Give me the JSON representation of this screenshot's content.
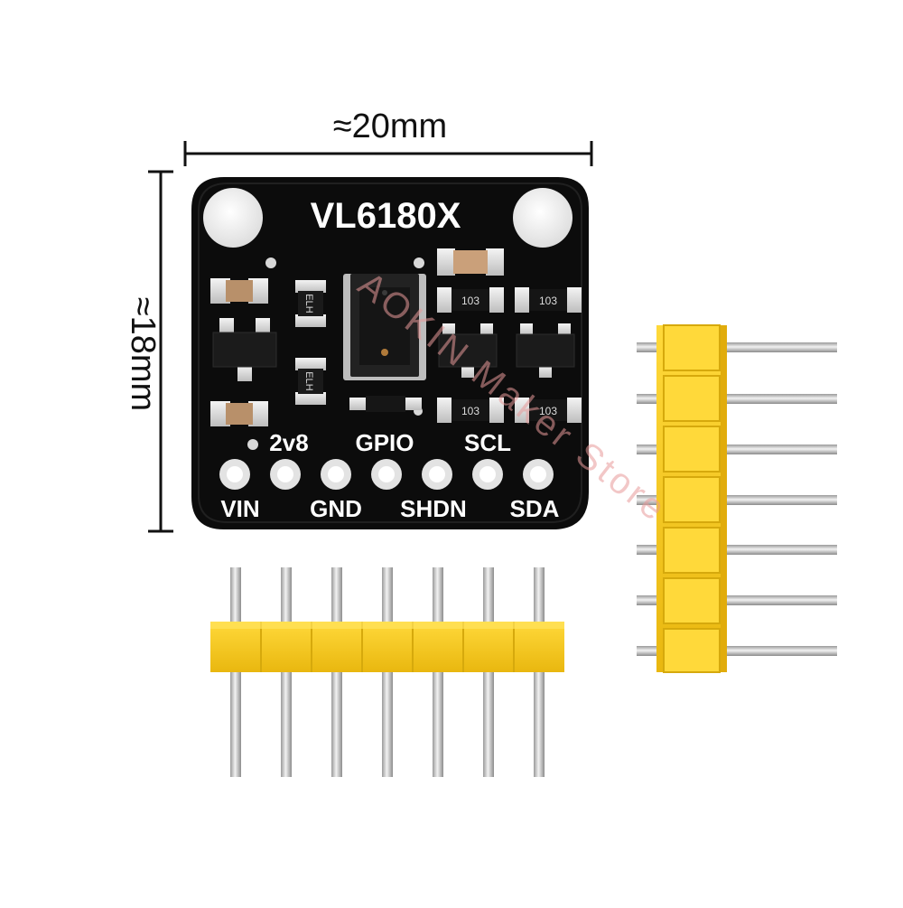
{
  "dimensions": {
    "width_label": "≈20mm",
    "height_label": "≈18mm"
  },
  "board": {
    "title": "VL6180X",
    "top_labels": [
      "2v8",
      "GPIO",
      "SCL"
    ],
    "bottom_labels": [
      "VIN",
      "GND",
      "SHDN",
      "SDA"
    ],
    "resistor_codes": [
      "103",
      "103",
      "103",
      "103"
    ],
    "capacitor_codes": [
      "ELH",
      "ELH"
    ]
  },
  "watermark": "AOKIN Maker Store",
  "colors": {
    "pcb": "#0c0c0c",
    "silkscreen": "#ffffff",
    "header_plastic": "#f6c81c",
    "pin_metal": "#cfcfcf",
    "watermark": "#e89a9a"
  }
}
